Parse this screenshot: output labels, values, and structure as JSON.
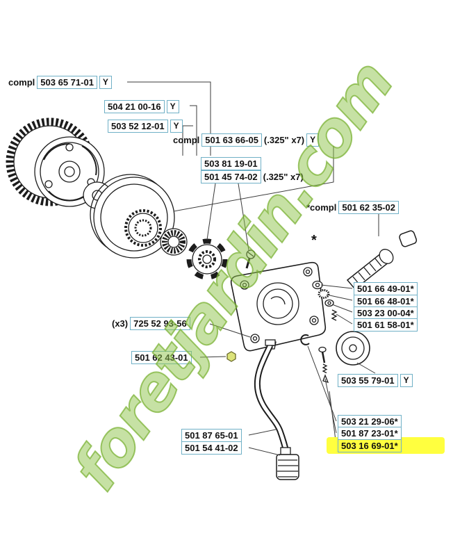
{
  "watermark": {
    "text": "foretjardin.com"
  },
  "colors": {
    "box_border": "#6fb0c6",
    "highlight": "#ffff3f",
    "watermark_green": "#8dc44a"
  },
  "labels": [
    {
      "prefix": "compl",
      "number": "503 65 71-01",
      "tag": "Y"
    },
    {
      "number": "504 21 00-16",
      "tag": "Y"
    },
    {
      "number": "503 52 12-01",
      "tag": "Y"
    },
    {
      "prefix": "compl",
      "number": "501 63 66-05",
      "suffix": "(.325\" x7)",
      "tag": "Y"
    },
    {
      "number": "503 81 19-01"
    },
    {
      "number": "501 45 74-02",
      "suffix": "(.325\" x7)"
    },
    {
      "prefix": "*compl",
      "number": "501 62 35-02"
    },
    {
      "number": "501 66 49-01*"
    },
    {
      "number": "501 66 48-01*"
    },
    {
      "number": "503 23 00-04*"
    },
    {
      "number": "501 61 58-01*"
    },
    {
      "prefix": "(x3)",
      "number": "725 52 93-56"
    },
    {
      "number": "501 62 43-01"
    },
    {
      "number": "503 55 79-01",
      "tag": "Y"
    },
    {
      "number": "503 21 29-06*"
    },
    {
      "number": "501 87 23-01*"
    },
    {
      "number": "503 16 69-01*",
      "highlight": true
    },
    {
      "number": "501 87 65-01"
    },
    {
      "number": "501 54 41-02"
    }
  ],
  "annotations": {
    "star": "*"
  }
}
